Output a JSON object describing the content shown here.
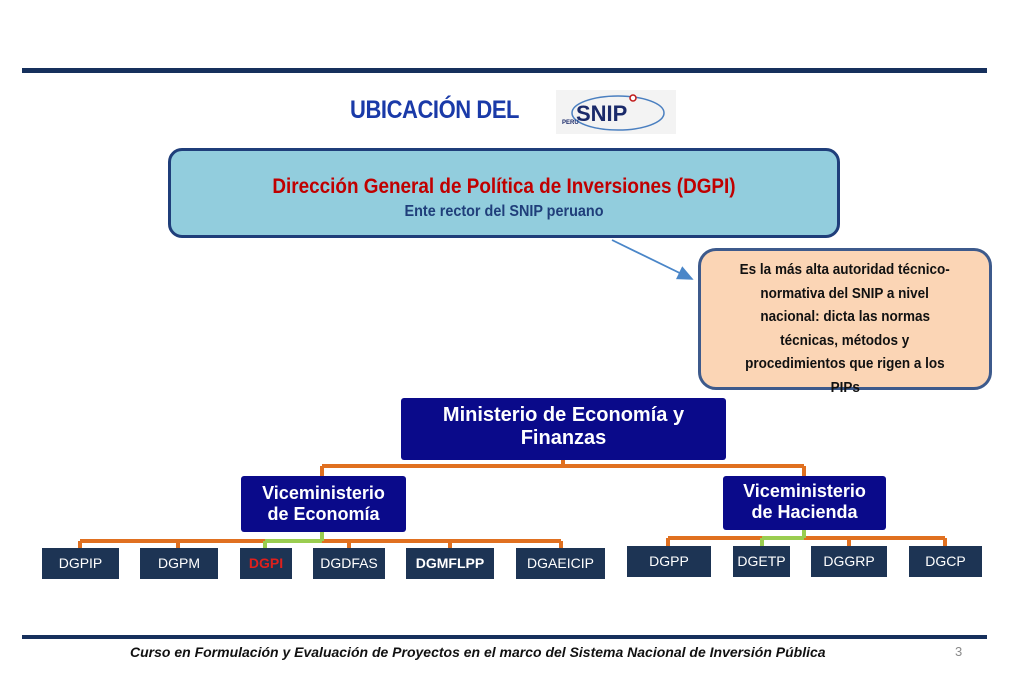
{
  "slide": {
    "title": "UBICACIÓN DEL",
    "logo_text": "SNIP",
    "logo_subtext": "PERU",
    "dgpi_title": "Dirección General de Política de Inversiones (DGPI)",
    "dgpi_subtitle": "Ente rector del SNIP peruano",
    "callout_lines": [
      "Es la más alta autoridad técnico-",
      "normativa del SNIP a nivel",
      "nacional: dicta las normas",
      "técnicas, métodos y",
      "procedimientos que rigen a los",
      "PIPs"
    ],
    "footer": "Curso en Formulación y Evaluación de Proyectos en el marco del Sistema Nacional de Inversión Pública",
    "page_number": "3"
  },
  "org_chart": {
    "root": {
      "line1": "Ministerio de  Economía y",
      "line2": "Finanzas"
    },
    "vice_economia": {
      "line1": "Viceministerio",
      "line2": "de Economía"
    },
    "vice_hacienda": {
      "line1": "Viceministerio",
      "line2": "de Hacienda"
    },
    "economia_units": [
      "DGPIP",
      "DGPM",
      "DGPI",
      "DGDFAS",
      "DGMFLPP",
      "DGAEICIP"
    ],
    "hacienda_units": [
      "DGPP",
      "DGETP",
      "DGGRP",
      "DGCP"
    ]
  },
  "colors": {
    "navy_box": "#0a0a8a",
    "unit_box": "#1d3454",
    "connector": "#e07020",
    "highlight_connector": "#9acd50",
    "dgpi_box": "#92cddd",
    "callout": "#fbd5b5",
    "highlight_text": "#e0201c"
  }
}
